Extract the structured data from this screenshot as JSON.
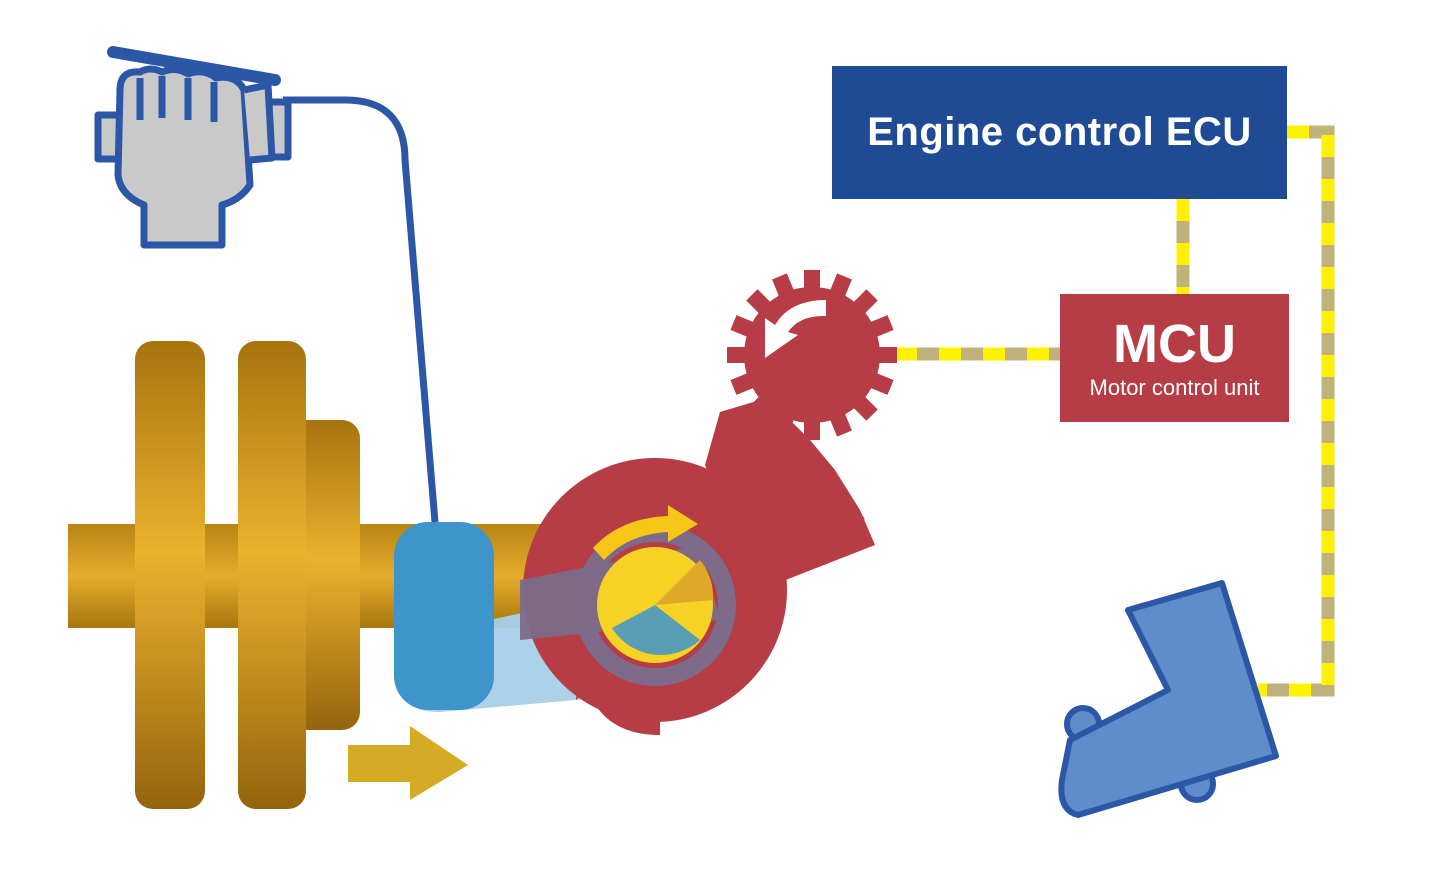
{
  "ecu": {
    "label": "Engine control ECU",
    "color": "#1f4b94"
  },
  "mcu": {
    "title": "MCU",
    "subtitle": "Motor control unit",
    "color": "#b63c45"
  },
  "colors": {
    "hand_outline": "#2b57a6",
    "hand_fill": "#c9c9c9",
    "clutch_gold": "#e8ae2a",
    "clutch_dark": "#9a6c10",
    "release_blue": "#3d95cc",
    "release_light": "#a8cfe8",
    "actuator_red": "#b63c45",
    "pedal_blue": "#5f8dcb",
    "signal_yellow": "#fff200",
    "signal_khaki": "#bfb27a",
    "arrow_yellow": "#f5c518",
    "arrow_gold": "#d4ab24"
  },
  "icons": [
    "hand-lever-icon",
    "clutch-assembly-icon",
    "release-fork-icon",
    "actuator-gear-icon",
    "motor-gear-icon",
    "accelerator-pedal-icon",
    "rotation-arrow-icon",
    "direction-arrow-icon"
  ]
}
